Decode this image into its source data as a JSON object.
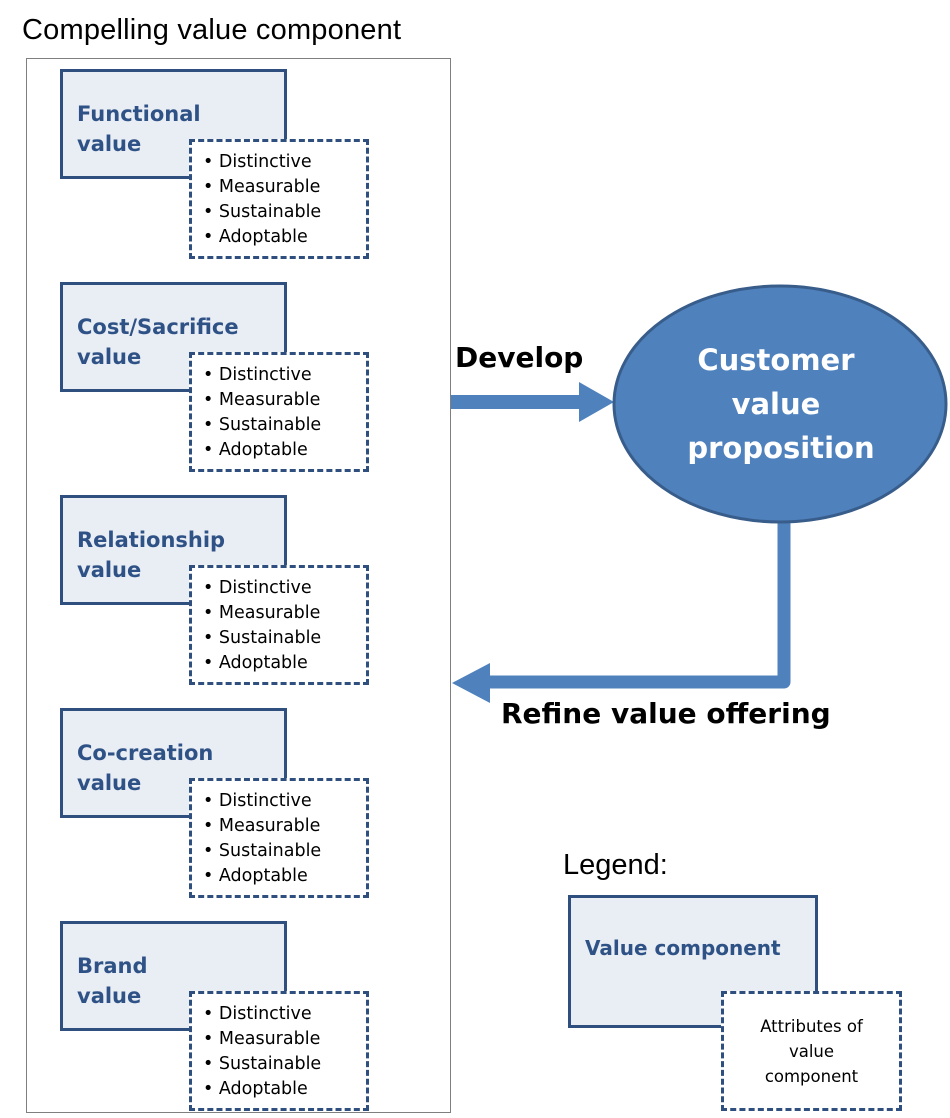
{
  "title": "Compelling value component",
  "components": [
    {
      "label": "Functional\nvalue",
      "attributes": [
        "• Distinctive",
        "• Measurable",
        "• Sustainable",
        "• Adoptable"
      ]
    },
    {
      "label": "Cost/Sacrifice\nvalue",
      "attributes": [
        "• Distinctive",
        "• Measurable",
        "• Sustainable",
        "• Adoptable"
      ]
    },
    {
      "label": "Relationship\nvalue",
      "attributes": [
        "• Distinctive",
        "• Measurable",
        "• Sustainable",
        "• Adoptable"
      ]
    },
    {
      "label": "Co-creation\nvalue",
      "attributes": [
        "• Distinctive",
        "• Measurable",
        "• Sustainable",
        "• Adoptable"
      ]
    },
    {
      "label": "Brand\nvalue",
      "attributes": [
        "• Distinctive",
        "• Measurable",
        "• Sustainable",
        "• Adoptable"
      ]
    }
  ],
  "develop_label": "Develop",
  "refine_label": "Refine value offering",
  "proposition": {
    "lines": [
      "Customer",
      "value",
      "proposition"
    ]
  },
  "legend": {
    "title": "Legend:",
    "component_label": "Value component",
    "attributes_label": "Attributes of\nvalue\ncomponent"
  },
  "colors": {
    "component_fill": "#e9edf4",
    "component_border": "#2f4f7f",
    "component_text": "#2f5286",
    "ellipse_fill": "#4f81bd",
    "ellipse_stroke": "#385d8a",
    "arrow": "#4f81bd"
  }
}
